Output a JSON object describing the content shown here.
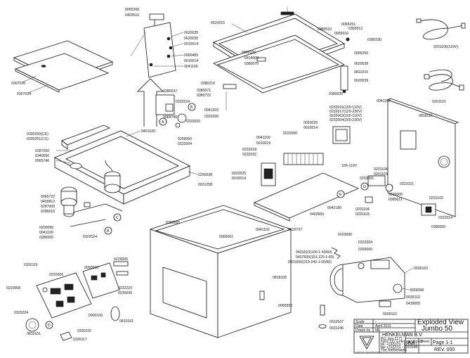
{
  "part_labels": {
    "p0065300": "0065300",
    "p0403510": "0403510",
    "p0620035": "0620035",
    "p0620036": "0620036",
    "p0010014a": "0010014",
    "p0900465": "0900465",
    "p0010014b": "0010014",
    "p0041106a": "0041106",
    "p0307026": "0307026",
    "p0307034": "0307034",
    "p0620015": "0620015",
    "p0065251": "0065251",
    "p0065016": "0065016",
    "p0380510": "0380510",
    "p0390512": "0390512",
    "p0380230": "0380230",
    "p0065105": "0065105",
    "p0414000": "0414000",
    "p0380070": "0380070",
    "p0065250": "0065250",
    "p0620038": "0620038",
    "p0810215": "0810215",
    "p0620039": "0620039",
    "p0380035": "0380035",
    "p0201106": "0201106(110V)",
    "p0201101": "0201101",
    "p0380216": "0380216",
    "p0380071": "0380071",
    "p0380722": "0380722",
    "p0041203": "0041203",
    "p0320200": "0320200",
    "p0280037": "0280037",
    "p0320224a": "0320224",
    "p0065740": "0065740",
    "p0320020": "0320020",
    "p0269000": "0269000",
    "p0322004": "0322004",
    "p0401020": "0401020",
    "p0300250": "0300250(CE)",
    "p0300251": "0300251(CS)",
    "p0287050": "0287050",
    "p0340050": "0340050",
    "p0065746": "0065746",
    "p0200038": "0200038",
    "p0031258": "0031258",
    "p0065722": "0065722",
    "p0400812": "0400812",
    "p0287000": "0287000",
    "p0286015": "0286015",
    "p0200090": "0200090",
    "p0041100": "0041100",
    "p0286005": "0286005",
    "p0322024": "0322024",
    "p0041102a": "0041102",
    "p0818115": "0818115",
    "p0020025": "0020025",
    "p0010014c": "0010014",
    "p0232016": "0232016(100-110V)",
    "p0232017": "0232017(120-230V)",
    "p0232003": "0232003(100-110V)",
    "p0232004": "0232004(200-230V)",
    "p0041100b": "0041100",
    "p0220090": "0220090",
    "p0010019": "0010019",
    "p0232018": "0232018",
    "p0232032": "0232032",
    "p0020025b": "0020025",
    "p0010014d": "0010014",
    "p0042180": "0042180",
    "p0403950": "0403950",
    "p100110": "100-110V",
    "p0201104": "0201104",
    "p0201103": "0201103",
    "p0203001": "0203001",
    "p0322021": "0322021",
    "p0226005": "0226005",
    "p0380011": "0380011",
    "p0201102": "0201102",
    "p0322014": "0322014",
    "p0380009": "0380009",
    "p0201104b": "0201104",
    "p0201103b": "0201103",
    "p0203096": "0203096",
    "p0390565": "0390565",
    "p0065001": "0065001",
    "p0041102b": "0041102",
    "p0620737": "0620737",
    "p0322004b": "0322004",
    "p0269000b": "0269000",
    "p0431610": "0431610(100-1-50/60)",
    "p0437605": "0437605(110-120-1-60)",
    "p0431600": "0431600(220-240-1-50/60)",
    "p0818105": "0818105",
    "p0939163": "0939163",
    "p0939098": "0939098",
    "p0939113": "0939113",
    "p0439005": "0439005",
    "p0939110": "0939110",
    "p0065550": "0065550",
    "p0010537": "0010537",
    "p0031246": "0031246",
    "p0330116": "0330116",
    "p0220006": "0220006",
    "p0220008": "0220008",
    "p0050510": "0050510",
    "p0226005b": "0226005",
    "p0232220": "0232220",
    "p0230036": "0230036",
    "p0320224c": "0320224",
    "p0900100": "0900100",
    "p0810101": "0810101",
    "p0810101b": "0810101",
    "p0330116b": "0330116",
    "p0330117": "0330117"
  },
  "callouts": [
    "A",
    "B",
    "C",
    "D",
    "E"
  ],
  "title_block": {
    "scale_label": "Scale",
    "scale_value": "-",
    "date_label": "Date",
    "date_value": "April 2010",
    "drawn_label": "Drawn by",
    "drawn_value": "ME",
    "company": "HENKELMAN B.V.",
    "address": [
      "PO. box 2177",
      "5202 CD 's-Hertogenbosch",
      "tel. +31(0)73 - 6219611",
      "fax +31(0)73 - 6223148",
      "The Netherlands"
    ],
    "disclaimer": "Copyright reserved. Copying, distributing or disclosing this drawing is not permitted without our consent.",
    "title1": "Exploded View",
    "title2": "Jumbo 50",
    "format": "A 4",
    "sheet_label": "Sheet",
    "page": "Page 1-1",
    "rev": "REV. 000"
  }
}
